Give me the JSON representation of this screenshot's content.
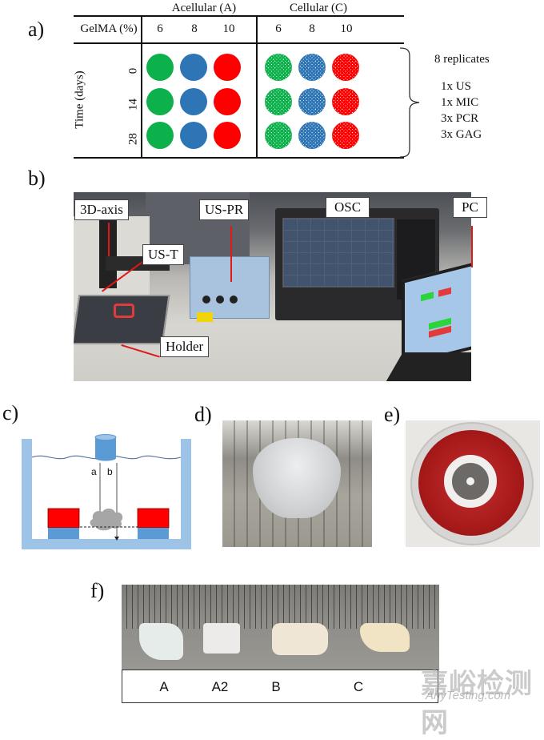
{
  "panels": {
    "a": {
      "label": "a)",
      "groups": [
        {
          "title": "Acellular (A)",
          "pattern": "solid"
        },
        {
          "title": "Cellular (C)",
          "pattern": "checkered"
        }
      ],
      "concentration_header": "GelMA (%)",
      "concentrations": [
        "6",
        "8",
        "10"
      ],
      "time_axis_label": "Time (days)",
      "time_points": [
        "0",
        "14",
        "28"
      ],
      "colors": {
        "6": "#0db14b",
        "8": "#2e75b6",
        "10": "#ff0000"
      },
      "replicates": {
        "title": "8 replicates",
        "items": [
          "1x US",
          "1x MIC",
          "3x PCR",
          "3x GAG"
        ]
      }
    },
    "b": {
      "label": "b)",
      "callouts": [
        "3D-axis",
        "US-PR",
        "OSC",
        "PC",
        "US-T",
        "Holder"
      ]
    },
    "c": {
      "label": "c)",
      "beam_labels": [
        "a",
        "b"
      ]
    },
    "d": {
      "label": "d)"
    },
    "e": {
      "label": "e)"
    },
    "f": {
      "label": "f)",
      "samples": [
        "A",
        "A2",
        "B",
        "C"
      ]
    }
  },
  "watermark": {
    "cn": "嘉峪检测网",
    "en": "AnyTesting.com"
  }
}
